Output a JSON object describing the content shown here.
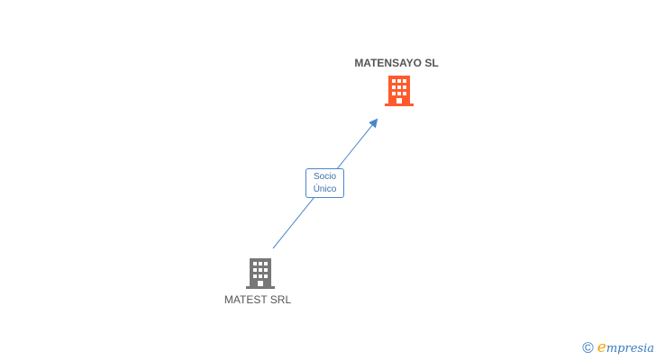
{
  "diagram": {
    "main_company": {
      "name": "MATENSAYO SL",
      "icon": "building-icon",
      "color": "#ff5a2c"
    },
    "related_company": {
      "name": "MATEST SRL",
      "icon": "building-icon",
      "color": "#777777"
    },
    "relation": {
      "label_line1": "Socio",
      "label_line2": "Único",
      "color": "#4a86c8"
    }
  },
  "footer": {
    "copyright_symbol": "©",
    "brand_initial": "e",
    "brand_rest": "mpresia"
  }
}
